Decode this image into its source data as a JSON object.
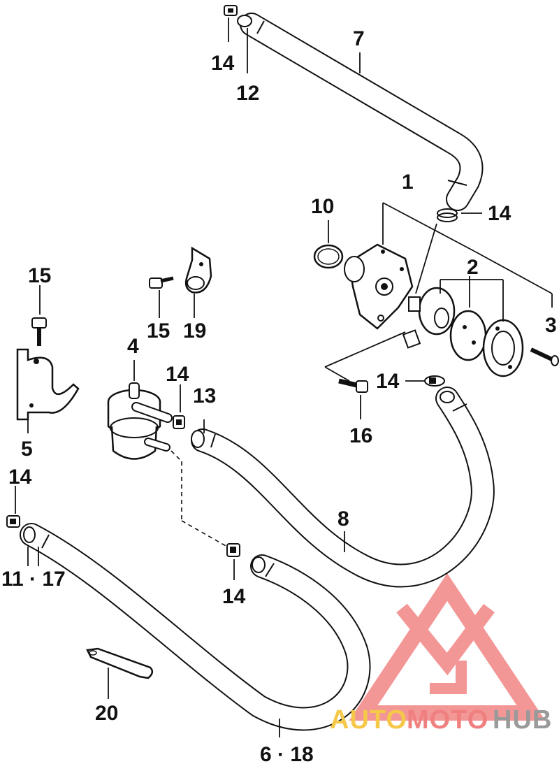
{
  "labels": {
    "l1": "1",
    "l2": "2",
    "l3": "3",
    "l4": "4",
    "l5": "5",
    "l7": "7",
    "l8": "8",
    "l10": "10",
    "l11_17": "11 · 17",
    "l12": "12",
    "l13": "13",
    "l14a": "14",
    "l14b": "14",
    "l14c": "14",
    "l14d": "14",
    "l14e": "14",
    "l14f": "14",
    "l15a": "15",
    "l15b": "15",
    "l16": "16",
    "l19": "19",
    "l20": "20",
    "l6_18": "6 · 18"
  },
  "watermark": {
    "part1": "AUTO",
    "part2": "MOTO",
    "part3": "HUB",
    "color_yellow": "#f5c84a",
    "color_red": "#f08080",
    "color_gray": "#9a9a9a"
  },
  "colors": {
    "line": "#111111",
    "hose_fill": "#ffffff",
    "logo_red": "#f28b8b"
  }
}
